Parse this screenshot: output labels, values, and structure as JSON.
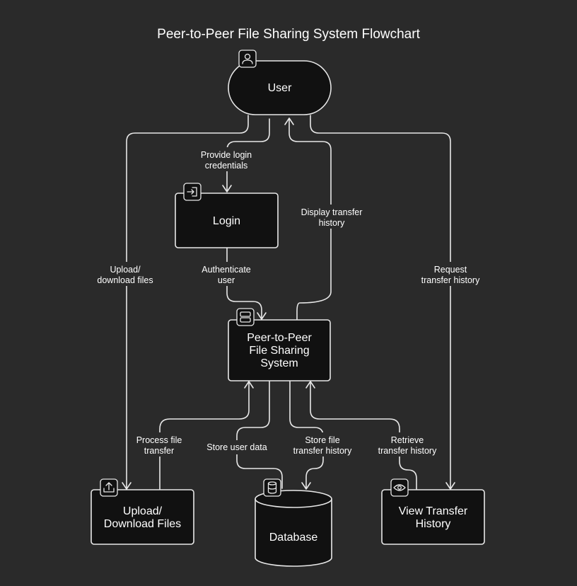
{
  "title": "Peer-to-Peer File Sharing System Flowchart",
  "nodes": {
    "user": {
      "lines": [
        "User"
      ],
      "icon": "user-icon"
    },
    "login": {
      "lines": [
        "Login"
      ],
      "icon": "login-icon"
    },
    "system": {
      "lines": [
        "Peer-to-Peer",
        "File Sharing",
        "System"
      ],
      "icon": "server-icon"
    },
    "upload": {
      "lines": [
        "Upload/",
        "Download Files"
      ],
      "icon": "upload-icon"
    },
    "database": {
      "lines": [
        "Database"
      ],
      "icon": "database-icon"
    },
    "history": {
      "lines": [
        "View Transfer",
        "History"
      ],
      "icon": "eye-icon"
    }
  },
  "edges": {
    "provide_login": [
      "Provide login",
      "credentials"
    ],
    "authenticate": [
      "Authenticate",
      "user"
    ],
    "display_history": [
      "Display transfer",
      "history"
    ],
    "upload_download": [
      "Upload/",
      "download files"
    ],
    "request_history": [
      "Request",
      "transfer history"
    ],
    "process_transfer": [
      "Process file",
      "transfer"
    ],
    "store_user": [
      "Store user data"
    ],
    "store_history": [
      "Store file",
      "transfer history"
    ],
    "retrieve_history": [
      "Retrieve",
      "transfer history"
    ]
  },
  "colors": {
    "background": "#2a2a2a",
    "node_fill": "#111111",
    "stroke": "#e8e8e8",
    "text": "#ffffff"
  }
}
